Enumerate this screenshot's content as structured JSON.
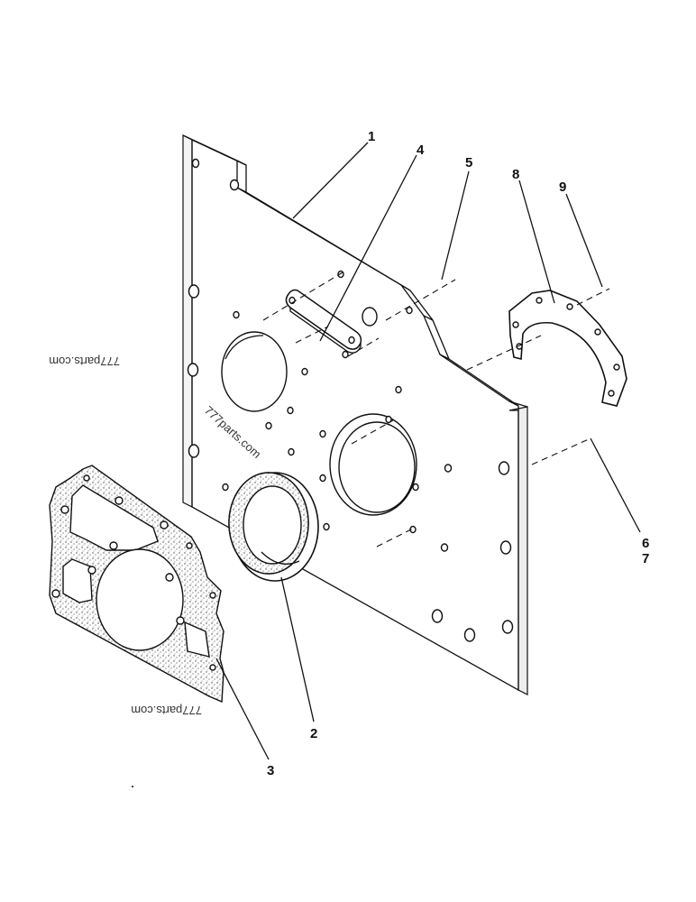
{
  "callouts": {
    "c1": "1",
    "c2": "2",
    "c3": "3",
    "c4": "4",
    "c5": "5",
    "c6": "6",
    "c7": "7",
    "c8": "8",
    "c9": "9"
  },
  "watermarks": {
    "left_mirrored": "777parts.com",
    "center_rotated": "777parts.com",
    "bottom_mirrored": "777parts.com"
  },
  "colors": {
    "line": "#111111",
    "background": "#ffffff"
  }
}
